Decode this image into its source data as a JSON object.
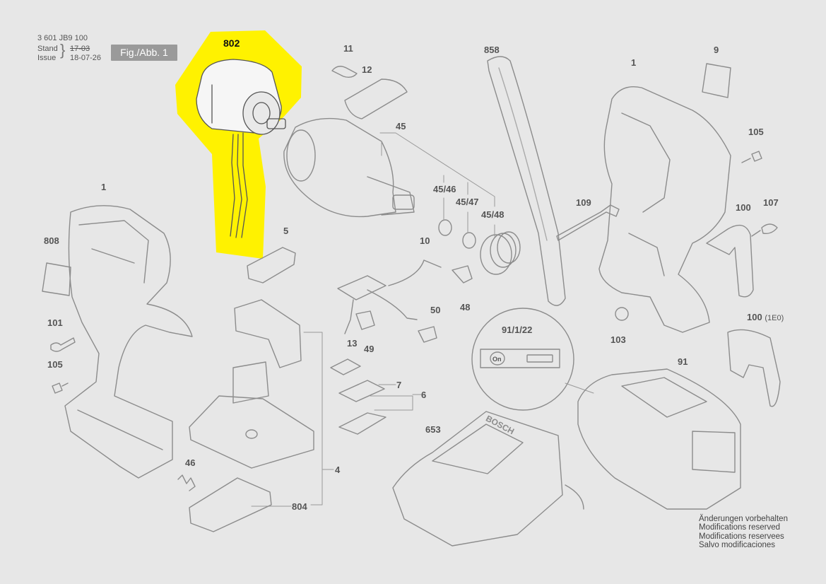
{
  "header": {
    "doc_number": "3 601 JB9 100",
    "stand_label": "Stand",
    "issue_label": "Issue",
    "old_date": "17-03",
    "new_date": "18-07-26",
    "figure_badge": "Fig./Abb. 1"
  },
  "part_labels": {
    "p802": "802",
    "p11": "11",
    "p12": "12",
    "p858": "858",
    "p1_top": "1",
    "p9": "9",
    "p45": "45",
    "p105_top": "105",
    "p45_46": "45/46",
    "p45_47": "45/47",
    "p45_48": "45/48",
    "p1_left": "1",
    "p109": "109",
    "p100": "100",
    "p107": "107",
    "p808": "808",
    "p5": "5",
    "p10": "10",
    "p48": "48",
    "p101": "101",
    "p50": "50",
    "p49": "49",
    "p103": "103",
    "p100_1e0": "100",
    "p100_1e0_suffix": "(1E0)",
    "p13": "13",
    "p105_left": "105",
    "p91_1_22": "91/1/22",
    "p91": "91",
    "p7": "7",
    "p6": "6",
    "p653": "653",
    "p4": "4",
    "p46": "46",
    "p804": "804"
  },
  "detail_inset": {
    "on_label": "On"
  },
  "charger_brand": "BOSCH",
  "notes": [
    "Änderungen vorbehalten",
    "Modifications reserved",
    "Modifications reservees",
    "Salvo modificaciones"
  ],
  "colors": {
    "background": "#e7e7e7",
    "highlight": "#fff200",
    "line_art": "#8c8c8c",
    "highlight_art": "#555555"
  }
}
